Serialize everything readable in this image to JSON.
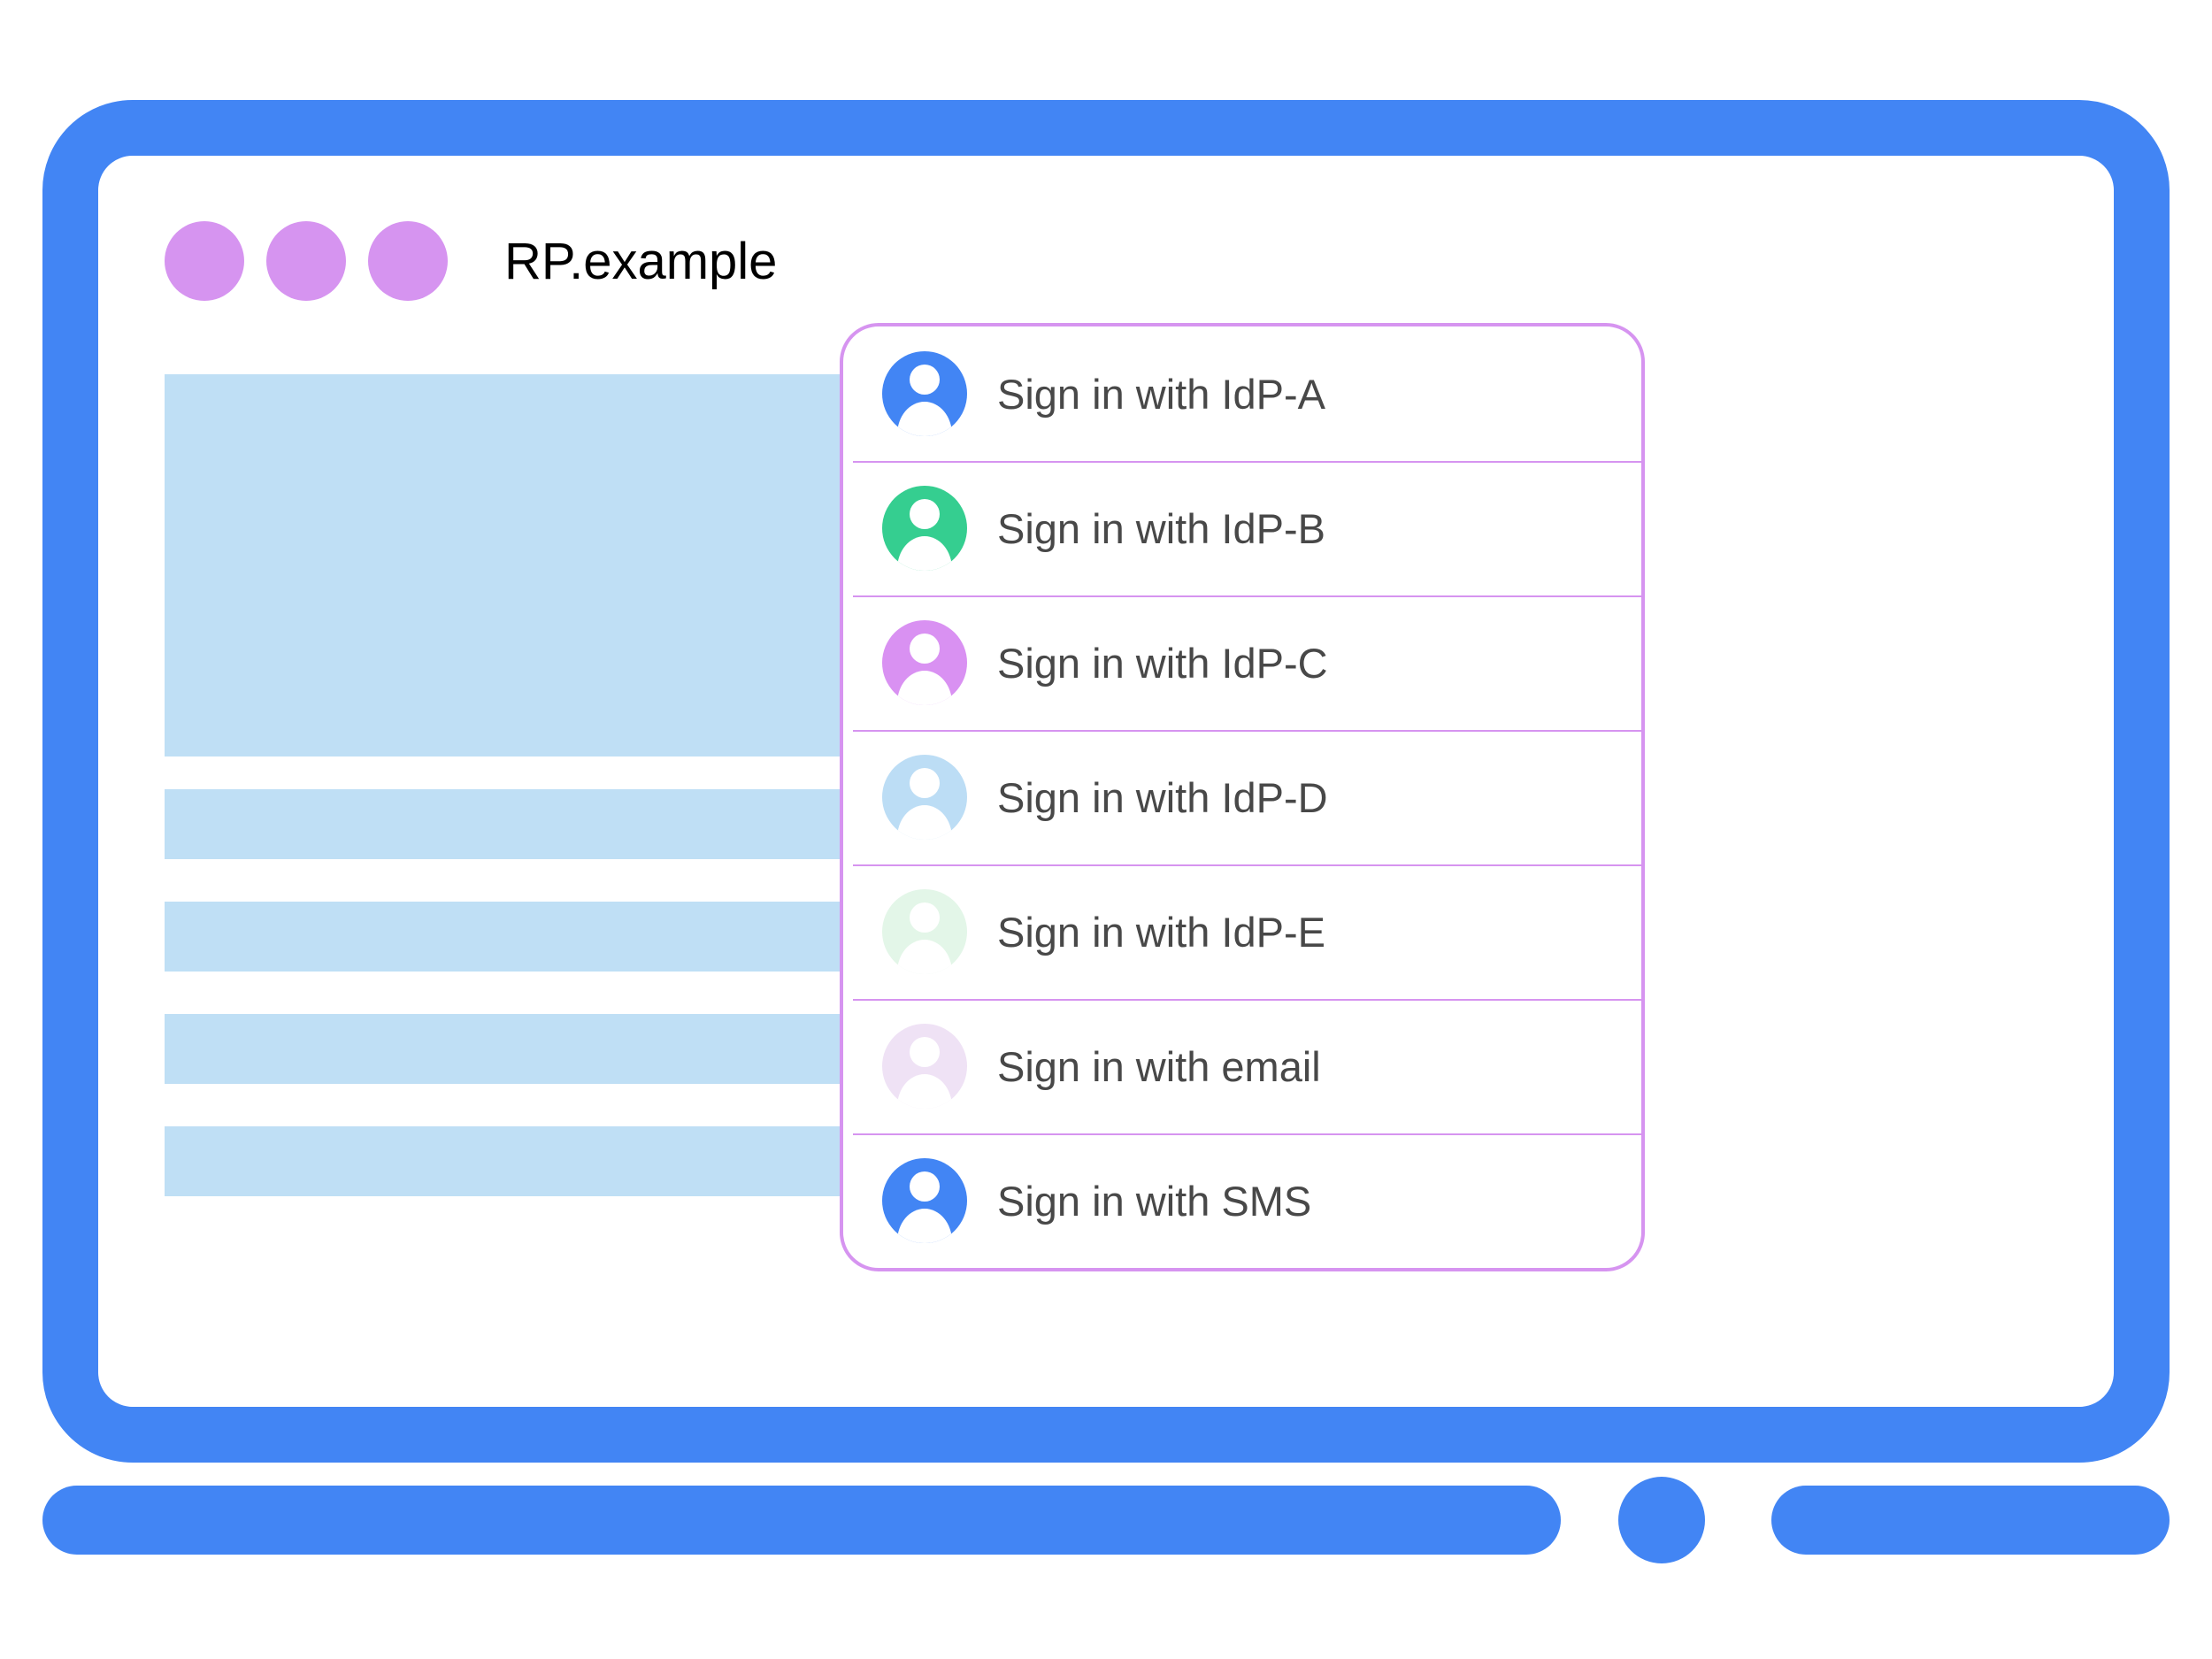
{
  "window": {
    "title": "RP.example",
    "title_dots": [
      "dot-1",
      "dot-2",
      "dot-3"
    ],
    "dot_color": "#d694f0",
    "frame_color": "#4285f4"
  },
  "content_blocks": [
    {
      "name": "hero-placeholder",
      "kind": "hero"
    },
    {
      "name": "text-placeholder-1",
      "kind": "bar"
    },
    {
      "name": "text-placeholder-2",
      "kind": "bar"
    },
    {
      "name": "text-placeholder-3",
      "kind": "bar"
    },
    {
      "name": "text-placeholder-4",
      "kind": "bar"
    }
  ],
  "block_color": "#bfdff5",
  "signin_panel": {
    "border_color": "#d694f0",
    "divider_color": "#d694f0",
    "items": [
      {
        "label": "Sign in with IdP-A",
        "icon": "account-avatar-icon",
        "color": "#4285f4"
      },
      {
        "label": "Sign in with IdP-B",
        "icon": "account-avatar-icon",
        "color": "#35ce90"
      },
      {
        "label": "Sign in with IdP-C",
        "icon": "account-avatar-icon",
        "color": "#d991f2"
      },
      {
        "label": "Sign in with IdP-D",
        "icon": "account-avatar-icon",
        "color": "#bcddf5"
      },
      {
        "label": "Sign in with IdP-E",
        "icon": "account-avatar-icon",
        "color": "#e3f6e8"
      },
      {
        "label": "Sign in with email",
        "icon": "account-avatar-icon",
        "color": "#efe2f5"
      },
      {
        "label": "Sign in with SMS",
        "icon": "account-avatar-icon",
        "color": "#4285f4"
      }
    ]
  }
}
